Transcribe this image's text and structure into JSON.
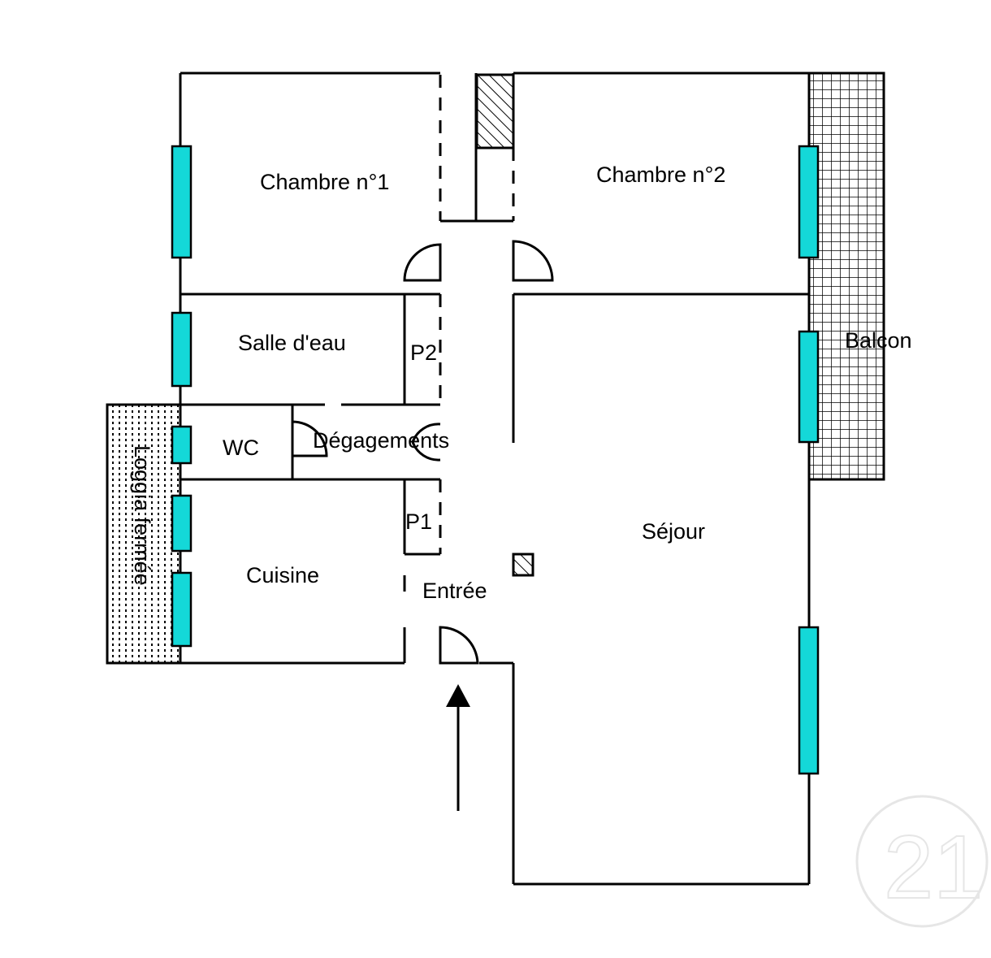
{
  "rooms": {
    "chambre1": "Chambre n°1",
    "chambre2": "Chambre n°2",
    "salle_deau": "Salle d'eau",
    "balcon": "Balcon",
    "wc": "WC",
    "degagements": "Dégagements",
    "loggia": "Loggia fermée",
    "p2": "P2",
    "p1": "P1",
    "sejour": "Séjour",
    "cuisine": "Cuisine",
    "entree": "Entrée"
  },
  "colors": {
    "window": "#14d8d8",
    "wall": "#000000"
  },
  "watermark": "21"
}
